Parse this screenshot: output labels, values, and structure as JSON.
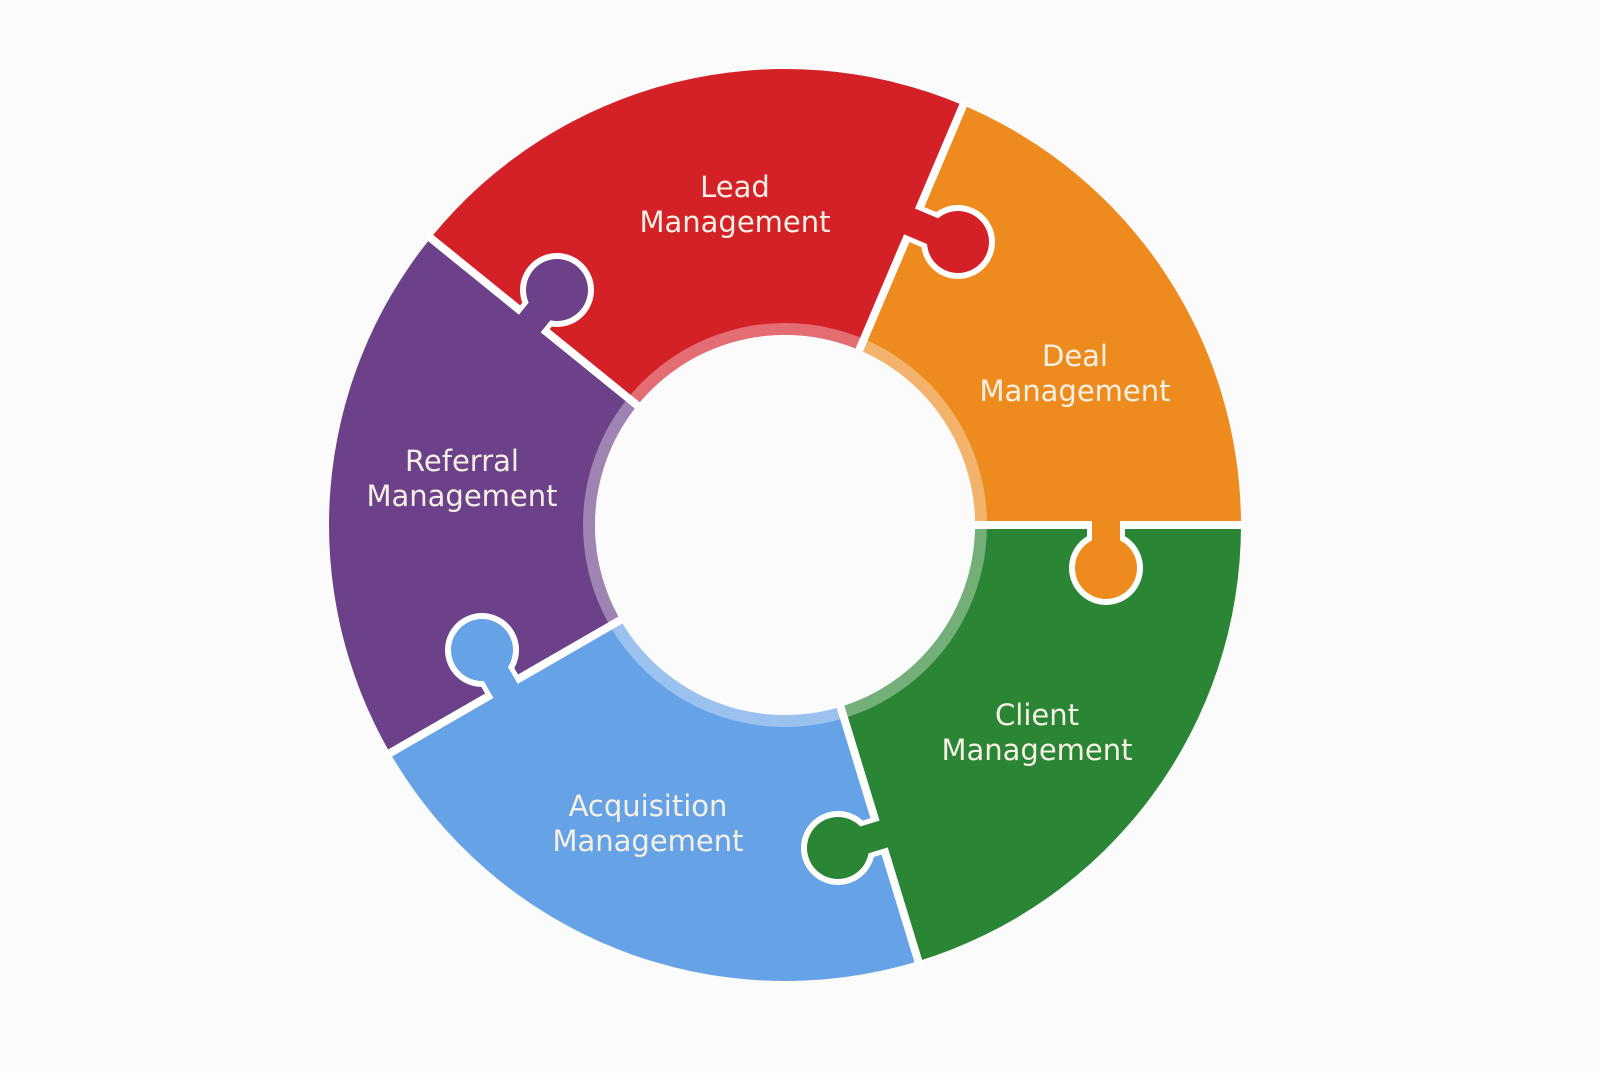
{
  "diagram": {
    "type": "puzzle-cycle",
    "pieces": [
      {
        "id": "lead",
        "line1": "Lead",
        "line2": "Management",
        "color": "#d42027"
      },
      {
        "id": "deal",
        "line1": "Deal",
        "line2": "Management",
        "color": "#ee8b1e"
      },
      {
        "id": "client",
        "line1": "Client",
        "line2": "Management",
        "color": "#2a8534"
      },
      {
        "id": "acquisition",
        "line1": "Acquisition",
        "line2": "Management",
        "color": "#66a2e6"
      },
      {
        "id": "referral",
        "line1": "Referral",
        "line2": "Management",
        "color": "#6c4189"
      }
    ],
    "background": "#fbfbfb",
    "separator": "#ffffff"
  }
}
